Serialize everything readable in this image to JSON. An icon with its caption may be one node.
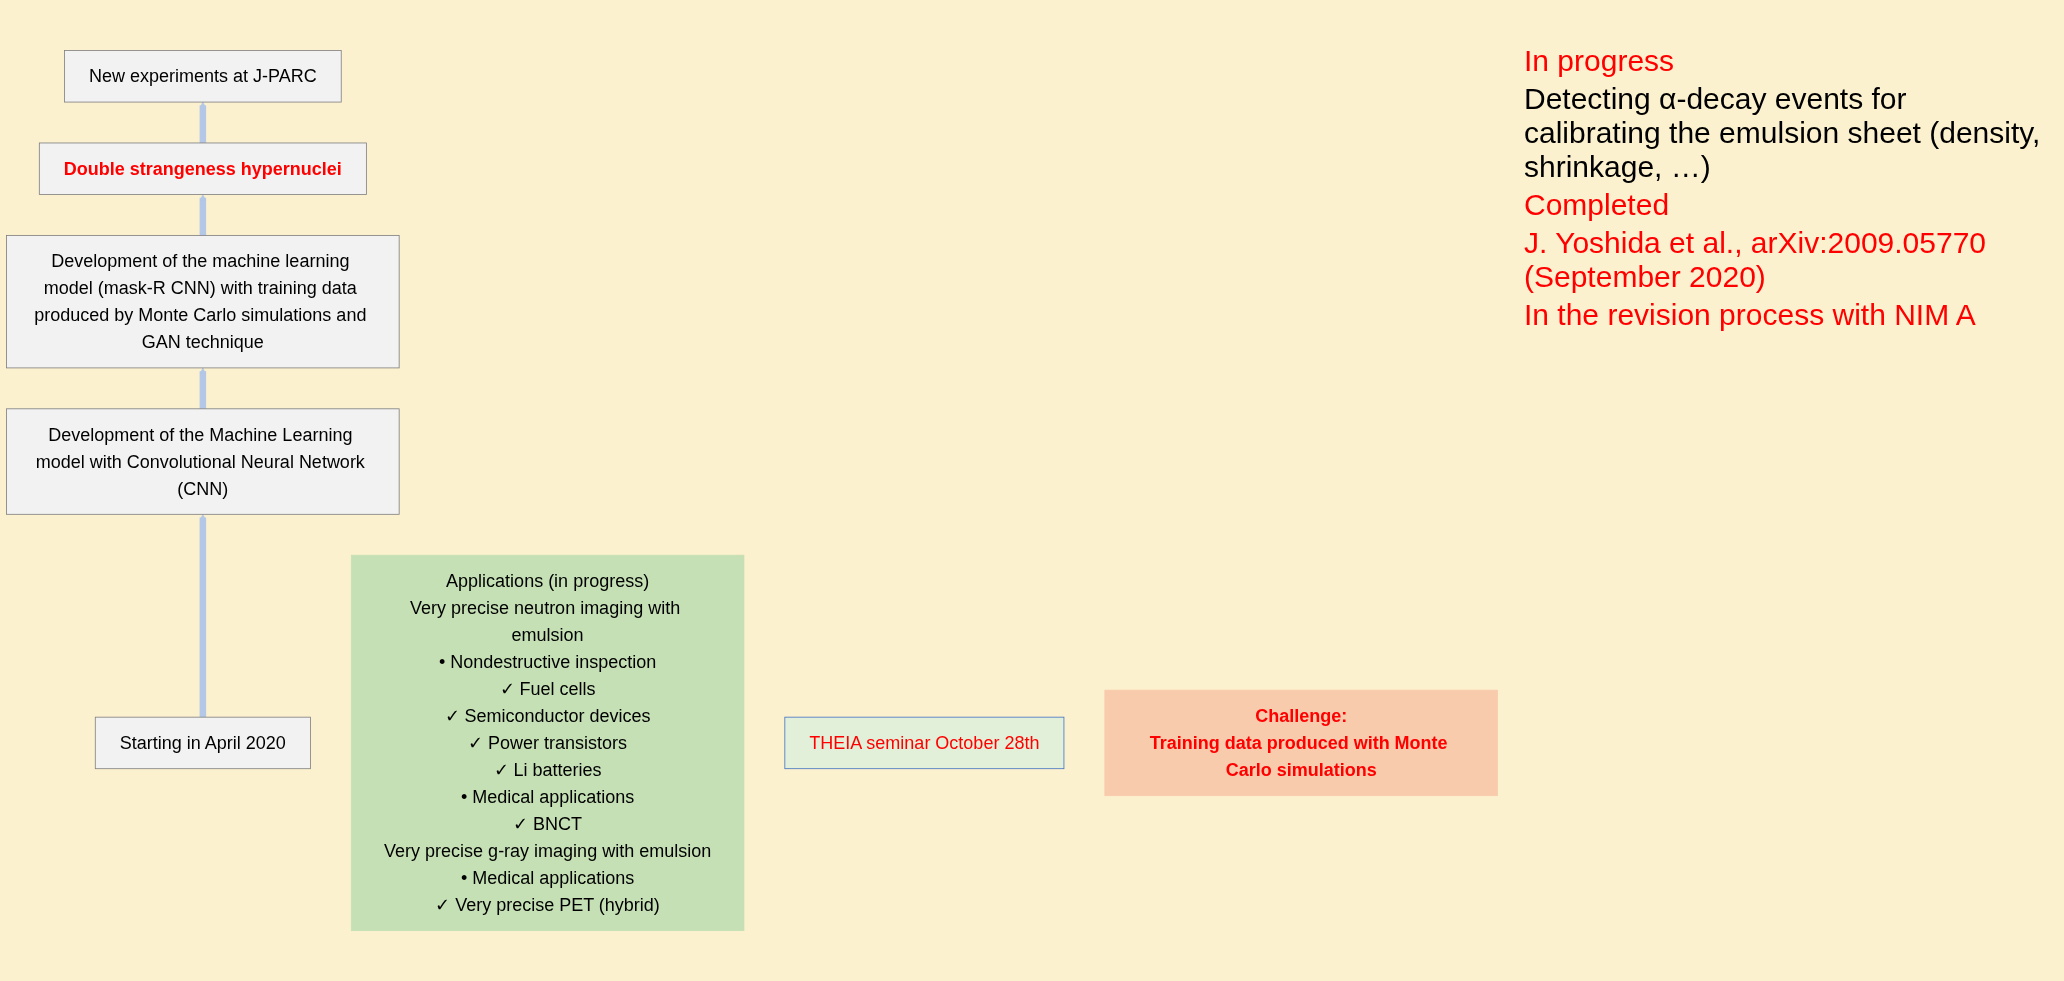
{
  "diagram": {
    "nodes": [
      {
        "text": [
          "Double strangeness hypernuclei"
        ]
      },
      {
        "text": [
          "New experiments at J-PARC"
        ]
      },
      {
        "text": [
          "Development of the machine learning model (mask-R CNN) with training data produced by Monte Carlo simulations and GAN technique"
        ]
      },
      {
        "text": [
          "Development of the Machine Learning model with Convolutional Neural Network (CNN)"
        ]
      },
      {
        "text": [
          "Starting in April 2020"
        ]
      },
      {
        "text": [
          "Applications (in progress)",
          "Very precise neutron imaging with emulsion",
          "• Nondestructive inspection",
          "✓ Fuel cells",
          "✓ Semiconductor devices",
          "✓ Power transistors",
          "✓ Li batteries",
          "• Medical applications",
          "✓ BNCT",
          "Very precise g-ray imaging with emulsion",
          "• Medical applications",
          "✓ Very precise PET (hybrid)"
        ]
      },
      {
        "text": [
          "THEIA seminar October 28th"
        ]
      },
      {
        "text": [
          "Challenge:",
          "Training data produced with Monte Carlo simulations"
        ]
      }
    ],
    "edges": [
      {
        "from": 4,
        "to": 3,
        "arrow": "to"
      },
      {
        "from": 3,
        "to": 2,
        "arrow": "to"
      },
      {
        "from": 2,
        "to": 0,
        "arrow": "to"
      },
      {
        "from": 0,
        "to": 1,
        "arrow": "to"
      }
    ],
    "labels": [
      "In progress",
      "Detecting α-decay events for calibrating the emulsion sheet (density, shrinkage, …)",
      "Completed",
      "J. Yoshida et al., arXiv:2009.05770 (September 2020)",
      "In the revision process with NIM A"
    ]
  }
}
